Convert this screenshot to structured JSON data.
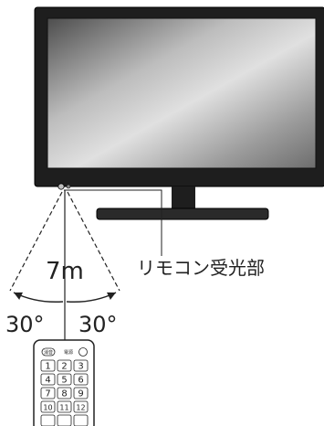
{
  "annotations": {
    "distance": "7m",
    "angle_left": "30°",
    "angle_right": "30°",
    "sensor_label": "リモコン受光部"
  },
  "remote": {
    "top_left_button": "消音",
    "top_right_label": "電源",
    "number_keys": [
      "1",
      "2",
      "3",
      "4",
      "5",
      "6",
      "7",
      "8",
      "9",
      "10",
      "11",
      "12"
    ]
  }
}
